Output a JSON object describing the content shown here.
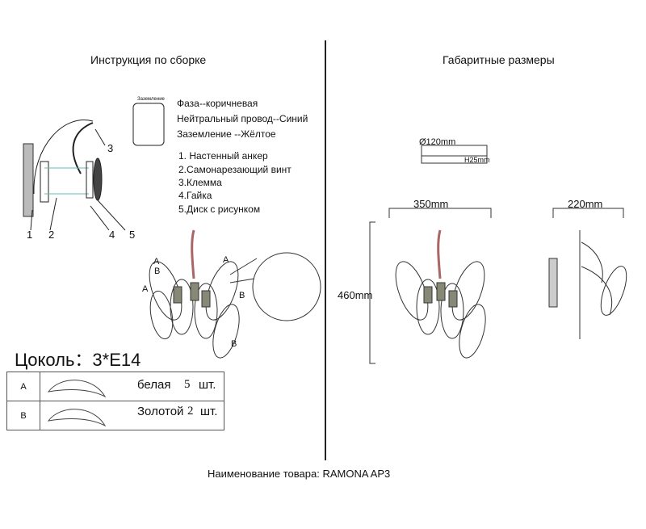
{
  "left_title": "Инструкция по сборке",
  "right_title": "Габаритные размеры",
  "wiring": {
    "box_label": "Заземление",
    "phase": "Фаза--коричневая",
    "neutral": "Нейтральный провод--Синий",
    "ground": "Заземление --Жёлтое"
  },
  "parts": [
    "1. Настенный анкер",
    "2.Самонарезающий винт",
    "3.Клемма",
    "4.Гайка",
    "5.Диск с рисунком"
  ],
  "callouts": [
    "1",
    "2",
    "3",
    "4",
    "5"
  ],
  "leaf_labels": {
    "a": "A",
    "b": "B"
  },
  "socket": "Цоколь：3*E14",
  "leaf_table": [
    {
      "code": "A",
      "color": "белая",
      "qty": "5",
      "unit": "шт."
    },
    {
      "code": "B",
      "color": "Золотой",
      "qty": "2",
      "unit": "шт."
    }
  ],
  "dimensions": {
    "disc_diameter": "Ø120mm",
    "disc_height": "H25mm",
    "width": "350mm",
    "depth": "220mm",
    "height": "460mm"
  },
  "product": "Наименование товара: RAMONA AP3"
}
